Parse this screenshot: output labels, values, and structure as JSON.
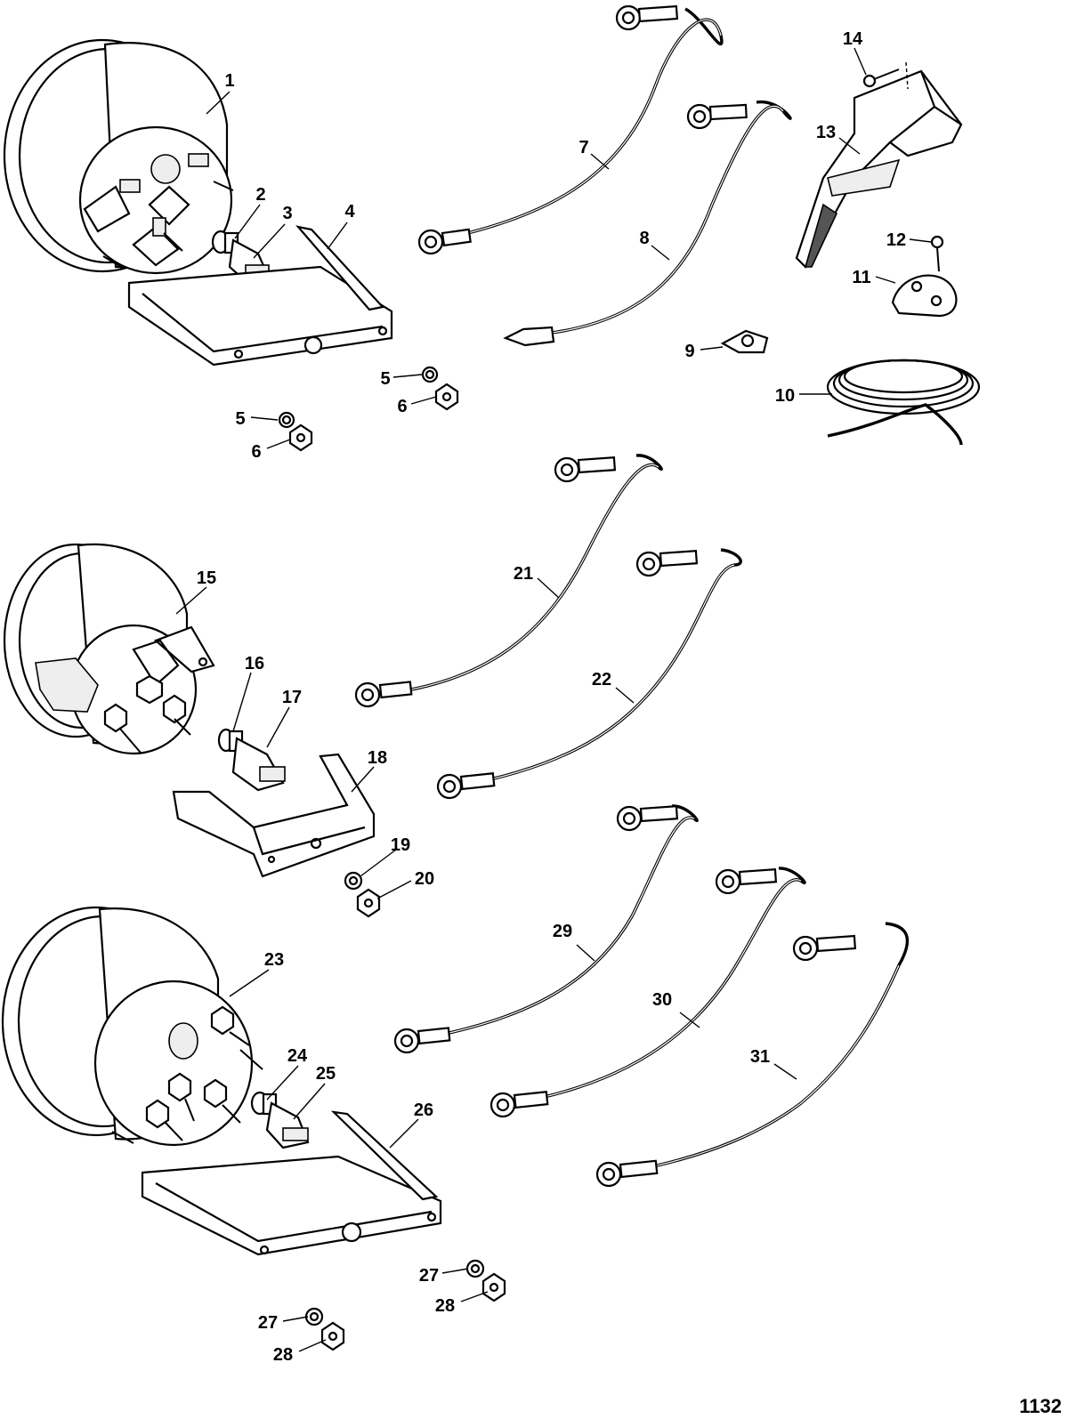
{
  "figure_number": "1132",
  "callouts": [
    {
      "id": "c1",
      "text": "1"
    },
    {
      "id": "c2",
      "text": "2"
    },
    {
      "id": "c3",
      "text": "3"
    },
    {
      "id": "c4",
      "text": "4"
    },
    {
      "id": "c5a",
      "text": "5"
    },
    {
      "id": "c5b",
      "text": "5"
    },
    {
      "id": "c6a",
      "text": "6"
    },
    {
      "id": "c6b",
      "text": "6"
    },
    {
      "id": "c7",
      "text": "7"
    },
    {
      "id": "c8",
      "text": "8"
    },
    {
      "id": "c9",
      "text": "9"
    },
    {
      "id": "c10",
      "text": "10"
    },
    {
      "id": "c11",
      "text": "11"
    },
    {
      "id": "c12",
      "text": "12"
    },
    {
      "id": "c13",
      "text": "13"
    },
    {
      "id": "c14",
      "text": "14"
    },
    {
      "id": "c15",
      "text": "15"
    },
    {
      "id": "c16",
      "text": "16"
    },
    {
      "id": "c17",
      "text": "17"
    },
    {
      "id": "c18",
      "text": "18"
    },
    {
      "id": "c19",
      "text": "19"
    },
    {
      "id": "c20",
      "text": "20"
    },
    {
      "id": "c21",
      "text": "21"
    },
    {
      "id": "c22",
      "text": "22"
    },
    {
      "id": "c23",
      "text": "23"
    },
    {
      "id": "c24",
      "text": "24"
    },
    {
      "id": "c25",
      "text": "25"
    },
    {
      "id": "c26",
      "text": "26"
    },
    {
      "id": "c27a",
      "text": "27"
    },
    {
      "id": "c27b",
      "text": "27"
    },
    {
      "id": "c28a",
      "text": "28"
    },
    {
      "id": "c28b",
      "text": "28"
    },
    {
      "id": "c29",
      "text": "29"
    },
    {
      "id": "c30",
      "text": "30"
    },
    {
      "id": "c31",
      "text": "31"
    }
  ]
}
